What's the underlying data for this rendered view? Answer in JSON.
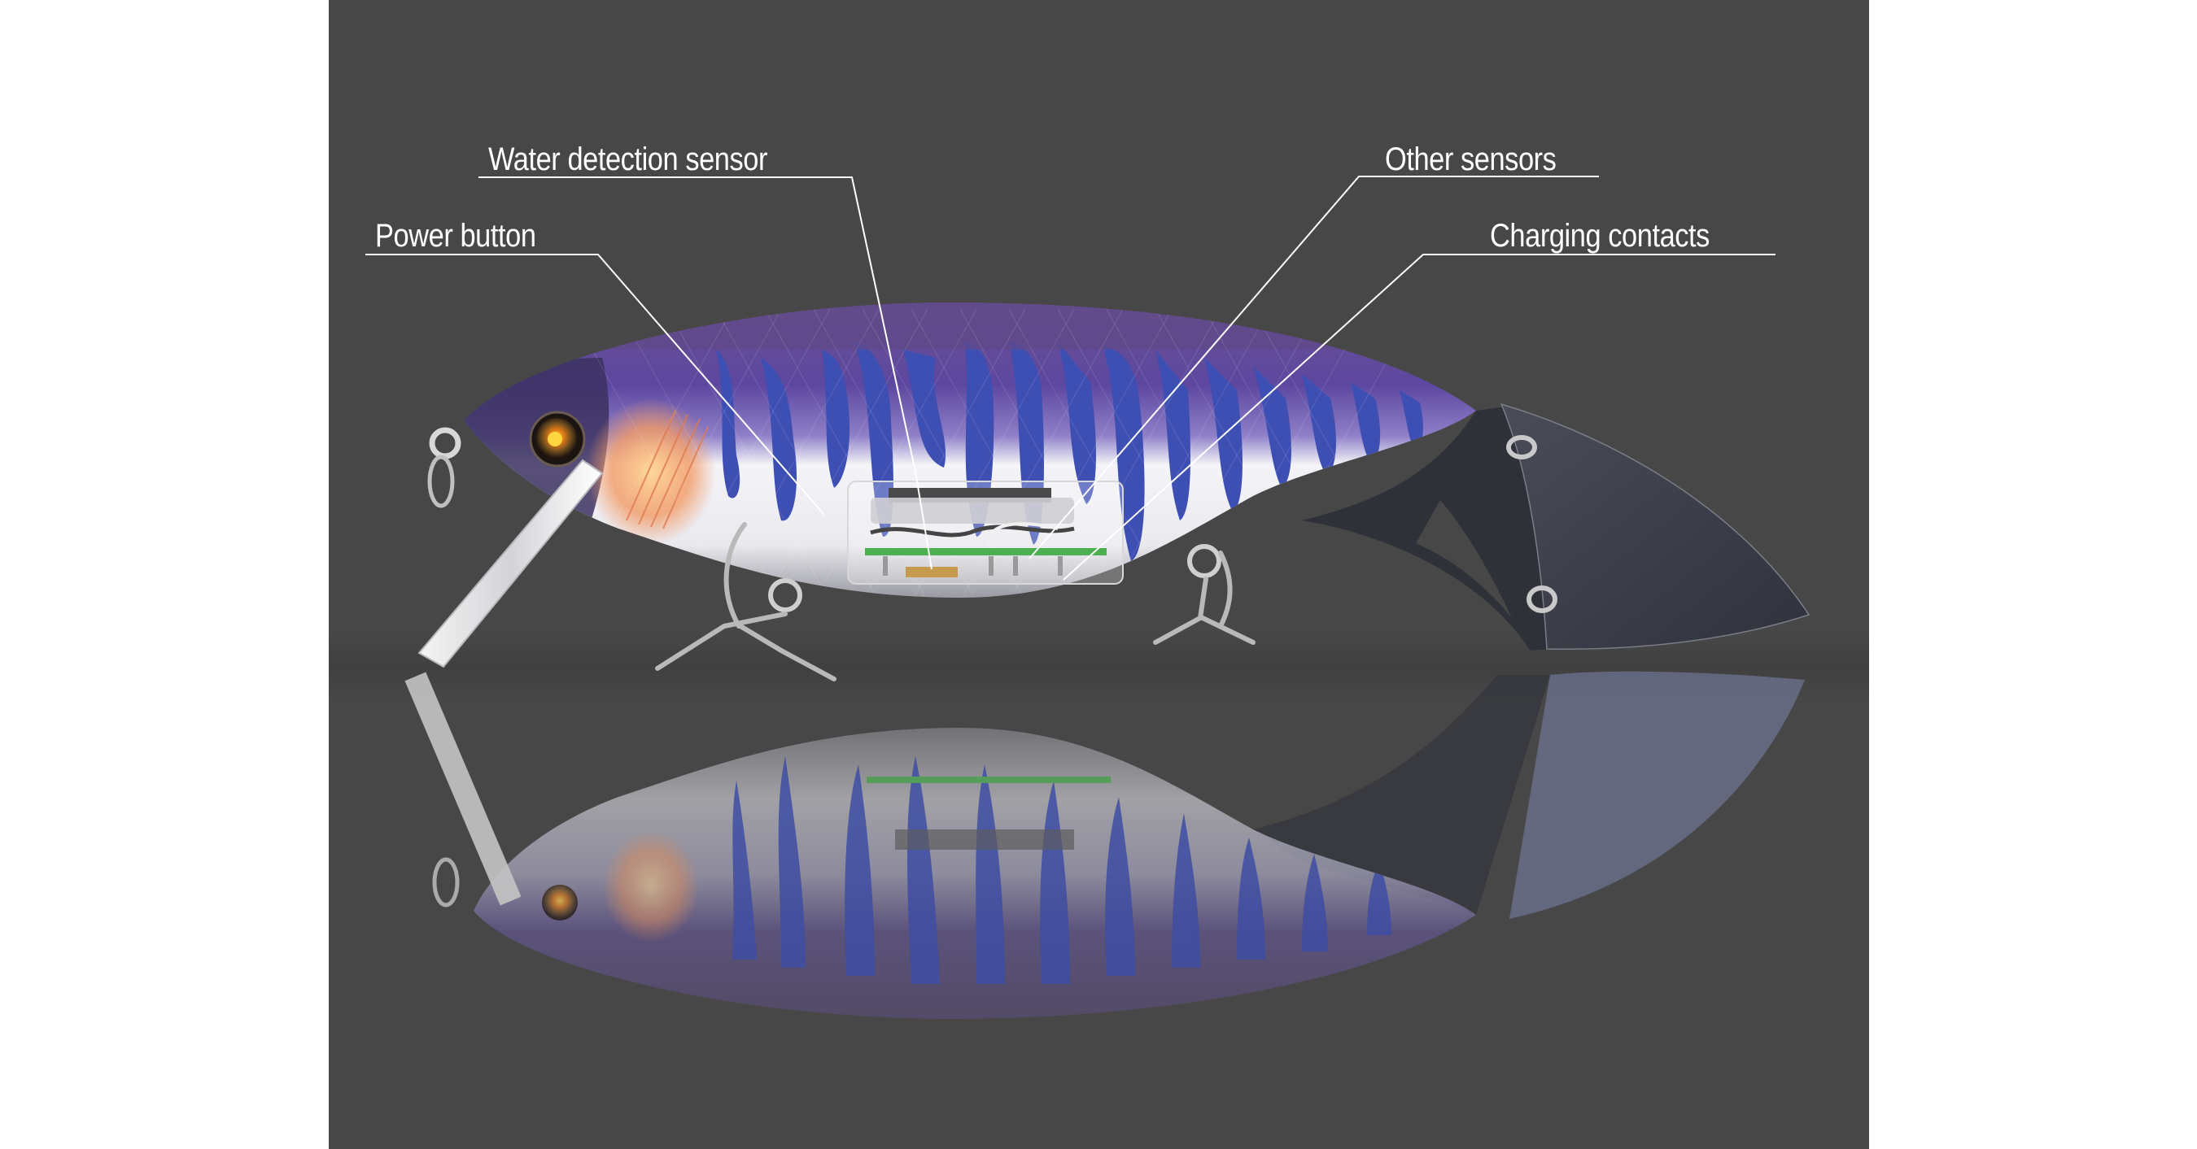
{
  "figure": {
    "subject": "Fishing lure cutaway with internal electronics",
    "background_color": "#474747",
    "page_color": "#ffffff",
    "colors": {
      "body_top": "#5f4987",
      "body_dark": "#3b3160",
      "stripe_blue": "#3e4fb4",
      "belly": "#f2f2f6",
      "pcb_green": "#4caf50",
      "tail_fin": "#3c3f4a",
      "reflection_fin": "#6c7290",
      "callout_line": "#ffffff",
      "eye_glow": "#f6b21f",
      "gill_orange": "#f3a56e"
    }
  },
  "callouts": [
    {
      "id": "water-detection-sensor",
      "label": "Water detection sensor"
    },
    {
      "id": "power-button",
      "label": "Power button"
    },
    {
      "id": "other-sensors",
      "label": "Other sensors"
    },
    {
      "id": "charging-contacts",
      "label": "Charging contacts"
    }
  ]
}
